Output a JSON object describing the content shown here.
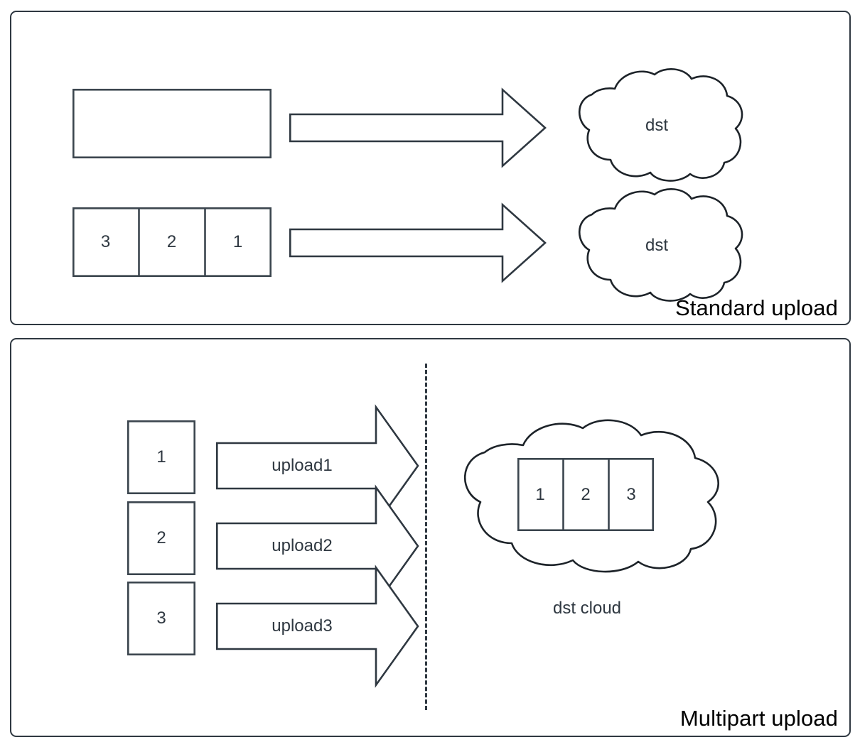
{
  "diagram": {
    "title_visible": false,
    "stroke_color": "#2f3841",
    "cloud_stroke_color": "#1d2329",
    "background": "#ffffff"
  },
  "panels": [
    {
      "id": "standard-upload",
      "caption": "Standard upload",
      "rows": [
        {
          "id": "whole-object-row",
          "source": {
            "type": "single-box",
            "cells": [
              ""
            ]
          },
          "arrow": {
            "label": "",
            "direction": "right"
          },
          "destination": {
            "type": "cloud",
            "label": "dst",
            "contents": []
          }
        },
        {
          "id": "segmented-object-row",
          "source": {
            "type": "segmented-box",
            "cells": [
              "3",
              "2",
              "1"
            ]
          },
          "arrow": {
            "label": "",
            "direction": "right"
          },
          "destination": {
            "type": "cloud",
            "label": "dst",
            "contents": []
          }
        }
      ]
    },
    {
      "id": "multipart-upload",
      "caption": "Multipart upload",
      "separator": "dashed-vertical",
      "parts": [
        {
          "label": "1",
          "arrow_label": "upload1"
        },
        {
          "label": "2",
          "arrow_label": "upload2"
        },
        {
          "label": "3",
          "arrow_label": "upload3"
        }
      ],
      "destination": {
        "type": "cloud",
        "label": "dst cloud",
        "contents": [
          "1",
          "2",
          "3"
        ]
      }
    }
  ]
}
